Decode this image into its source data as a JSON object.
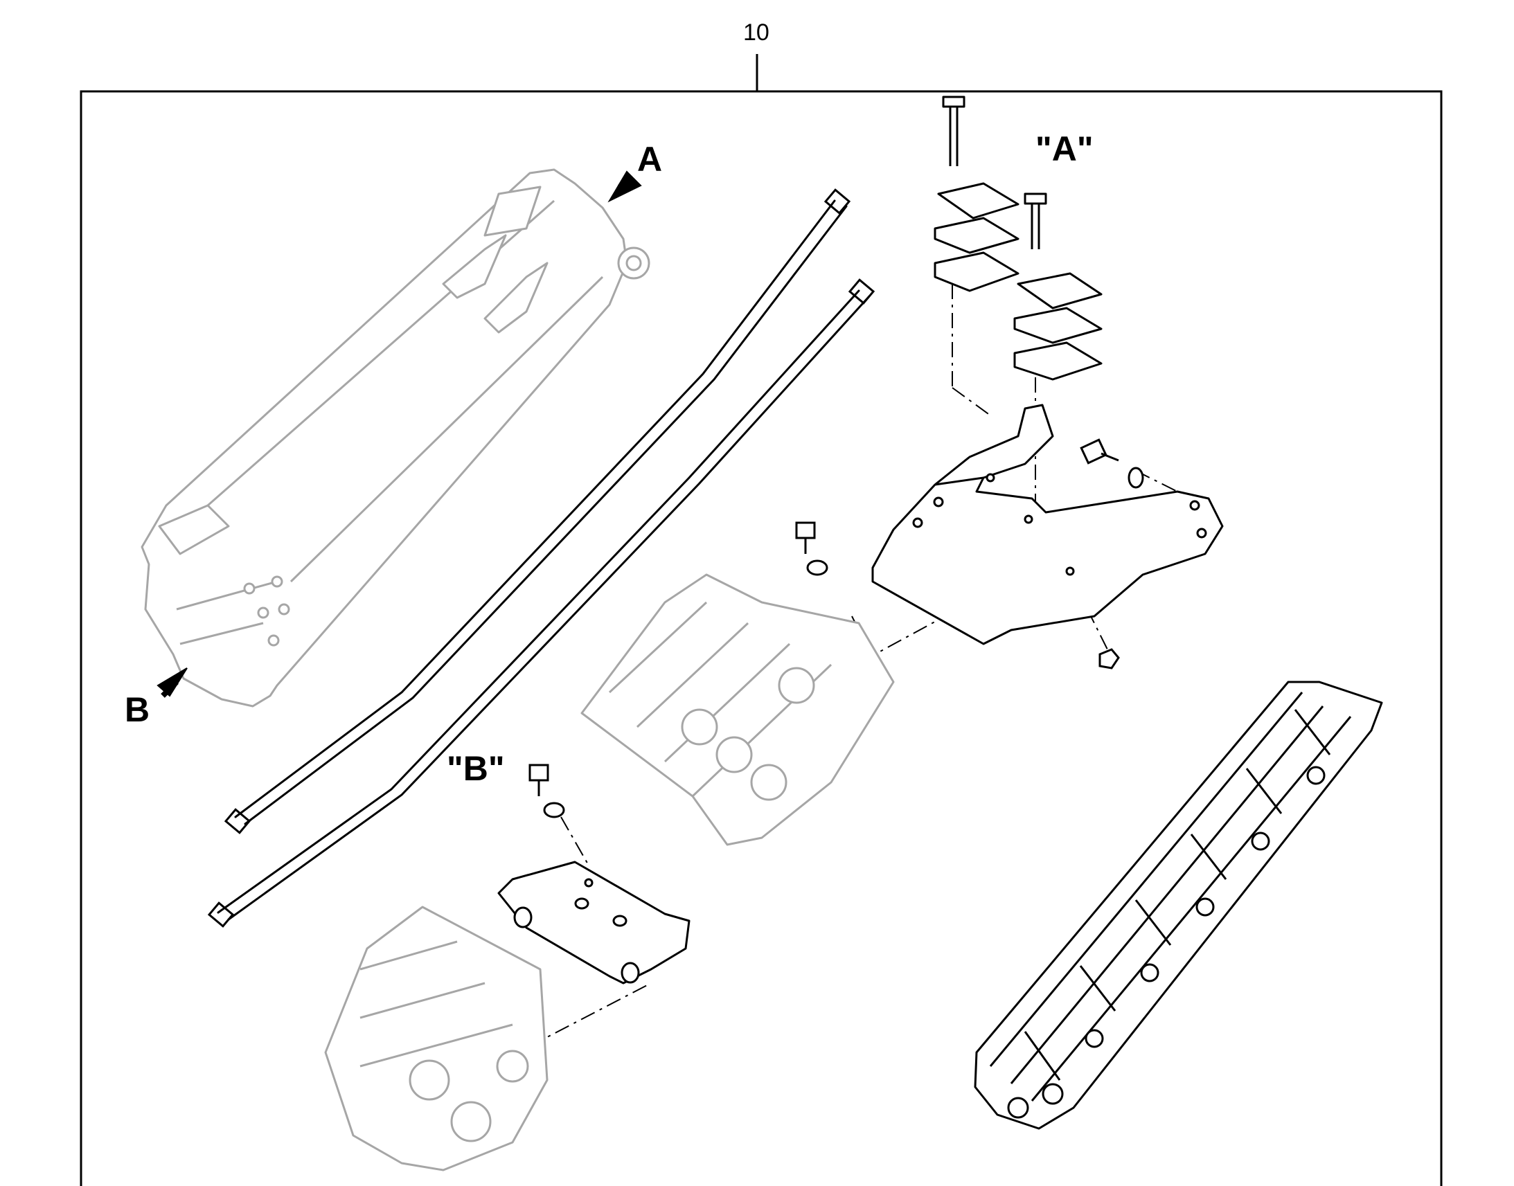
{
  "callouts": {
    "assembly": "10"
  },
  "labels": {
    "arrow_a": "A",
    "arrow_b": "B",
    "view_a": "\"A\"",
    "view_b": "\"B\""
  },
  "colors": {
    "ink": "#000000",
    "ghost": "#a6a6a6",
    "background": "#ffffff"
  }
}
